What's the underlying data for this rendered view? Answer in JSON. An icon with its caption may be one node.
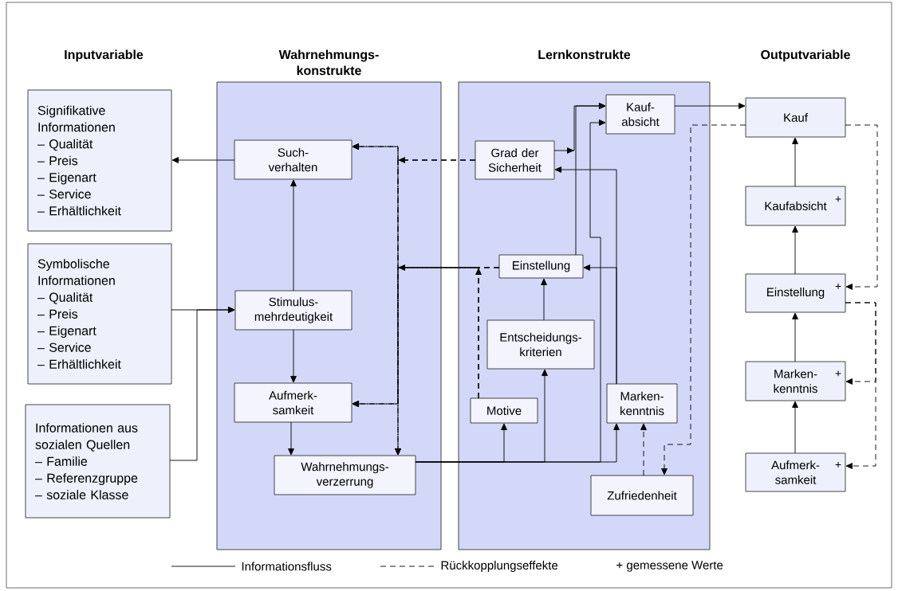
{
  "diagram": {
    "nodes": [
      {
        "text": [
          "Wahrnehmungs- konstrukte"
        ]
      },
      {
        "text": [
          "Lernkonstrukte"
        ]
      },
      {
        "text": [
          "Signifikative Informationen",
          "– Qualität",
          "– Preis",
          "– Eigenart",
          "– Service",
          "– Erhältlichkeit"
        ]
      },
      {
        "text": [
          "Symbolische Informationen",
          "– Qualität",
          "– Preis",
          "– Eigenart",
          "– Service",
          "– Erhältlichkeit"
        ]
      },
      {
        "text": [
          "Informationen aus sozialen Quellen",
          "– Familie",
          "– Referenzgruppe",
          "– soziale Klasse"
        ]
      },
      {
        "text": [
          "Such- verhalten"
        ],
        "in": 0
      },
      {
        "text": [
          "Stimulus- mehrdeutigkeit"
        ],
        "in": 0
      },
      {
        "text": [
          "Aufmerk- samkeit"
        ],
        "in": 0
      },
      {
        "text": [
          "Wahrnehmungs- verzerrung"
        ],
        "in": 0
      },
      {
        "text": [
          "Kauf- absicht"
        ],
        "in": 1
      },
      {
        "text": [
          "Grad der Sicherheit"
        ],
        "in": 1
      },
      {
        "text": [
          "Einstellung"
        ],
        "in": 1
      },
      {
        "text": [
          "Entscheidungs- kriterien"
        ],
        "in": 1
      },
      {
        "text": [
          "Motive"
        ],
        "in": 1
      },
      {
        "text": [
          "Marken- kenntnis"
        ],
        "in": 1
      },
      {
        "text": [
          "Zufriedenheit"
        ],
        "in": 1
      },
      {
        "text": [
          "Kauf"
        ]
      },
      {
        "text": [
          "Kaufabsicht",
          "+"
        ]
      },
      {
        "text": [
          "Einstellung",
          "+"
        ]
      },
      {
        "text": [
          "Marken- kenntnis",
          "+"
        ]
      },
      {
        "text": [
          "Aufmerk- samkeit",
          "+"
        ]
      }
    ],
    "edges": [
      {
        "from": 5,
        "to": 2,
        "arrow": "to"
      },
      {
        "from": 3,
        "to": 6,
        "arrow": "to"
      },
      {
        "from": 4,
        "to": 6,
        "arrow": "to"
      },
      {
        "from": 6,
        "to": 5,
        "arrow": "to"
      },
      {
        "from": 6,
        "to": 7,
        "arrow": "to"
      },
      {
        "from": 7,
        "to": 8,
        "arrow": "to"
      },
      {
        "from": 8,
        "to": 13,
        "arrow": "to"
      },
      {
        "from": 8,
        "to": 12,
        "arrow": "to"
      },
      {
        "from": 8,
        "to": 9,
        "arrow": "to"
      },
      {
        "from": 8,
        "to": 14,
        "arrow": "to"
      },
      {
        "from": 10,
        "to": 9,
        "arrow": "to"
      },
      {
        "from": 11,
        "to": 9,
        "arrow": "to"
      },
      {
        "from": 14,
        "to": 10,
        "arrow": "to"
      },
      {
        "from": 14,
        "to": 11,
        "arrow": "to"
      },
      {
        "from": 12,
        "to": 11,
        "arrow": "to"
      },
      {
        "from": 10,
        "to": 5,
        "arrow": "to",
        "style": "dashed"
      },
      {
        "from": 10,
        "to": 7,
        "arrow": "to",
        "style": "dashed"
      },
      {
        "from": 10,
        "to": 8,
        "arrow": "to",
        "style": "dashed"
      },
      {
        "from": 11,
        "to": 5,
        "arrow": "to",
        "style": "dashed"
      },
      {
        "from": 11,
        "to": 7,
        "arrow": "to",
        "style": "dashed"
      },
      {
        "from": 11,
        "to": 8,
        "arrow": "to",
        "style": "dashed"
      },
      {
        "from": 13,
        "to": 5,
        "arrow": "to",
        "style": "dashed"
      },
      {
        "from": 13,
        "to": 7,
        "arrow": "to",
        "style": "dashed"
      },
      {
        "from": 13,
        "to": 8,
        "arrow": "to",
        "style": "dashed"
      },
      {
        "from": 9,
        "to": 16,
        "arrow": "to"
      },
      {
        "from": 16,
        "to": 15,
        "arrow": "to",
        "style": "dashed"
      },
      {
        "from": 15,
        "to": 14,
        "arrow": "to",
        "style": "dashed"
      },
      {
        "from": 20,
        "to": 19,
        "arrow": "to"
      },
      {
        "from": 19,
        "to": 18,
        "arrow": "to"
      },
      {
        "from": 18,
        "to": 17,
        "arrow": "to"
      },
      {
        "from": 17,
        "to": 16,
        "arrow": "to"
      },
      {
        "from": 16,
        "to": 18,
        "arrow": "to",
        "style": "dashed"
      },
      {
        "from": 18,
        "to": 19,
        "arrow": "to",
        "style": "dashed"
      },
      {
        "from": 18,
        "to": 20,
        "arrow": "to",
        "style": "dashed"
      }
    ],
    "labels": [
      "Inputvariable",
      "Outputvariable"
    ],
    "legend": [
      {
        "text": "Informationsfluss"
      },
      {
        "text": "Rückkopplungseffekte"
      },
      {
        "text": "+ gemessene Werte"
      }
    ]
  }
}
